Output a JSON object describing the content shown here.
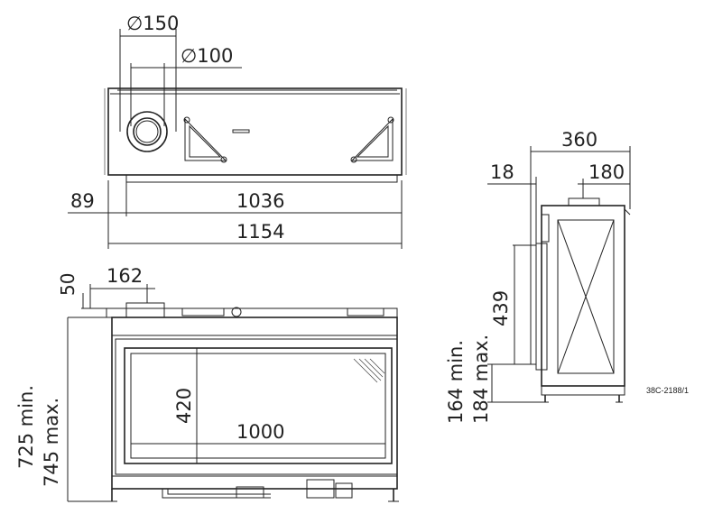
{
  "top_view": {
    "dim_flue_outer": "150",
    "dim_flue_inner": "100",
    "dim_offset": "89",
    "dim_inner_width": "1036",
    "dim_total_width": "1154"
  },
  "front_view": {
    "dim_top_offset": "50",
    "dim_flue_pos": "162",
    "dim_height_min": "725 min.",
    "dim_height_max": "745 max.",
    "dim_glass_height": "420",
    "dim_glass_width": "1000"
  },
  "side_view": {
    "dim_depth": "360",
    "dim_flange": "18",
    "dim_flue_depth": "180",
    "dim_side_height": "439",
    "dim_leg_min": "164 min.",
    "dim_leg_max": "184 max."
  },
  "drawing_ref": "38C-2188/1",
  "diameter_symbol": "∅"
}
